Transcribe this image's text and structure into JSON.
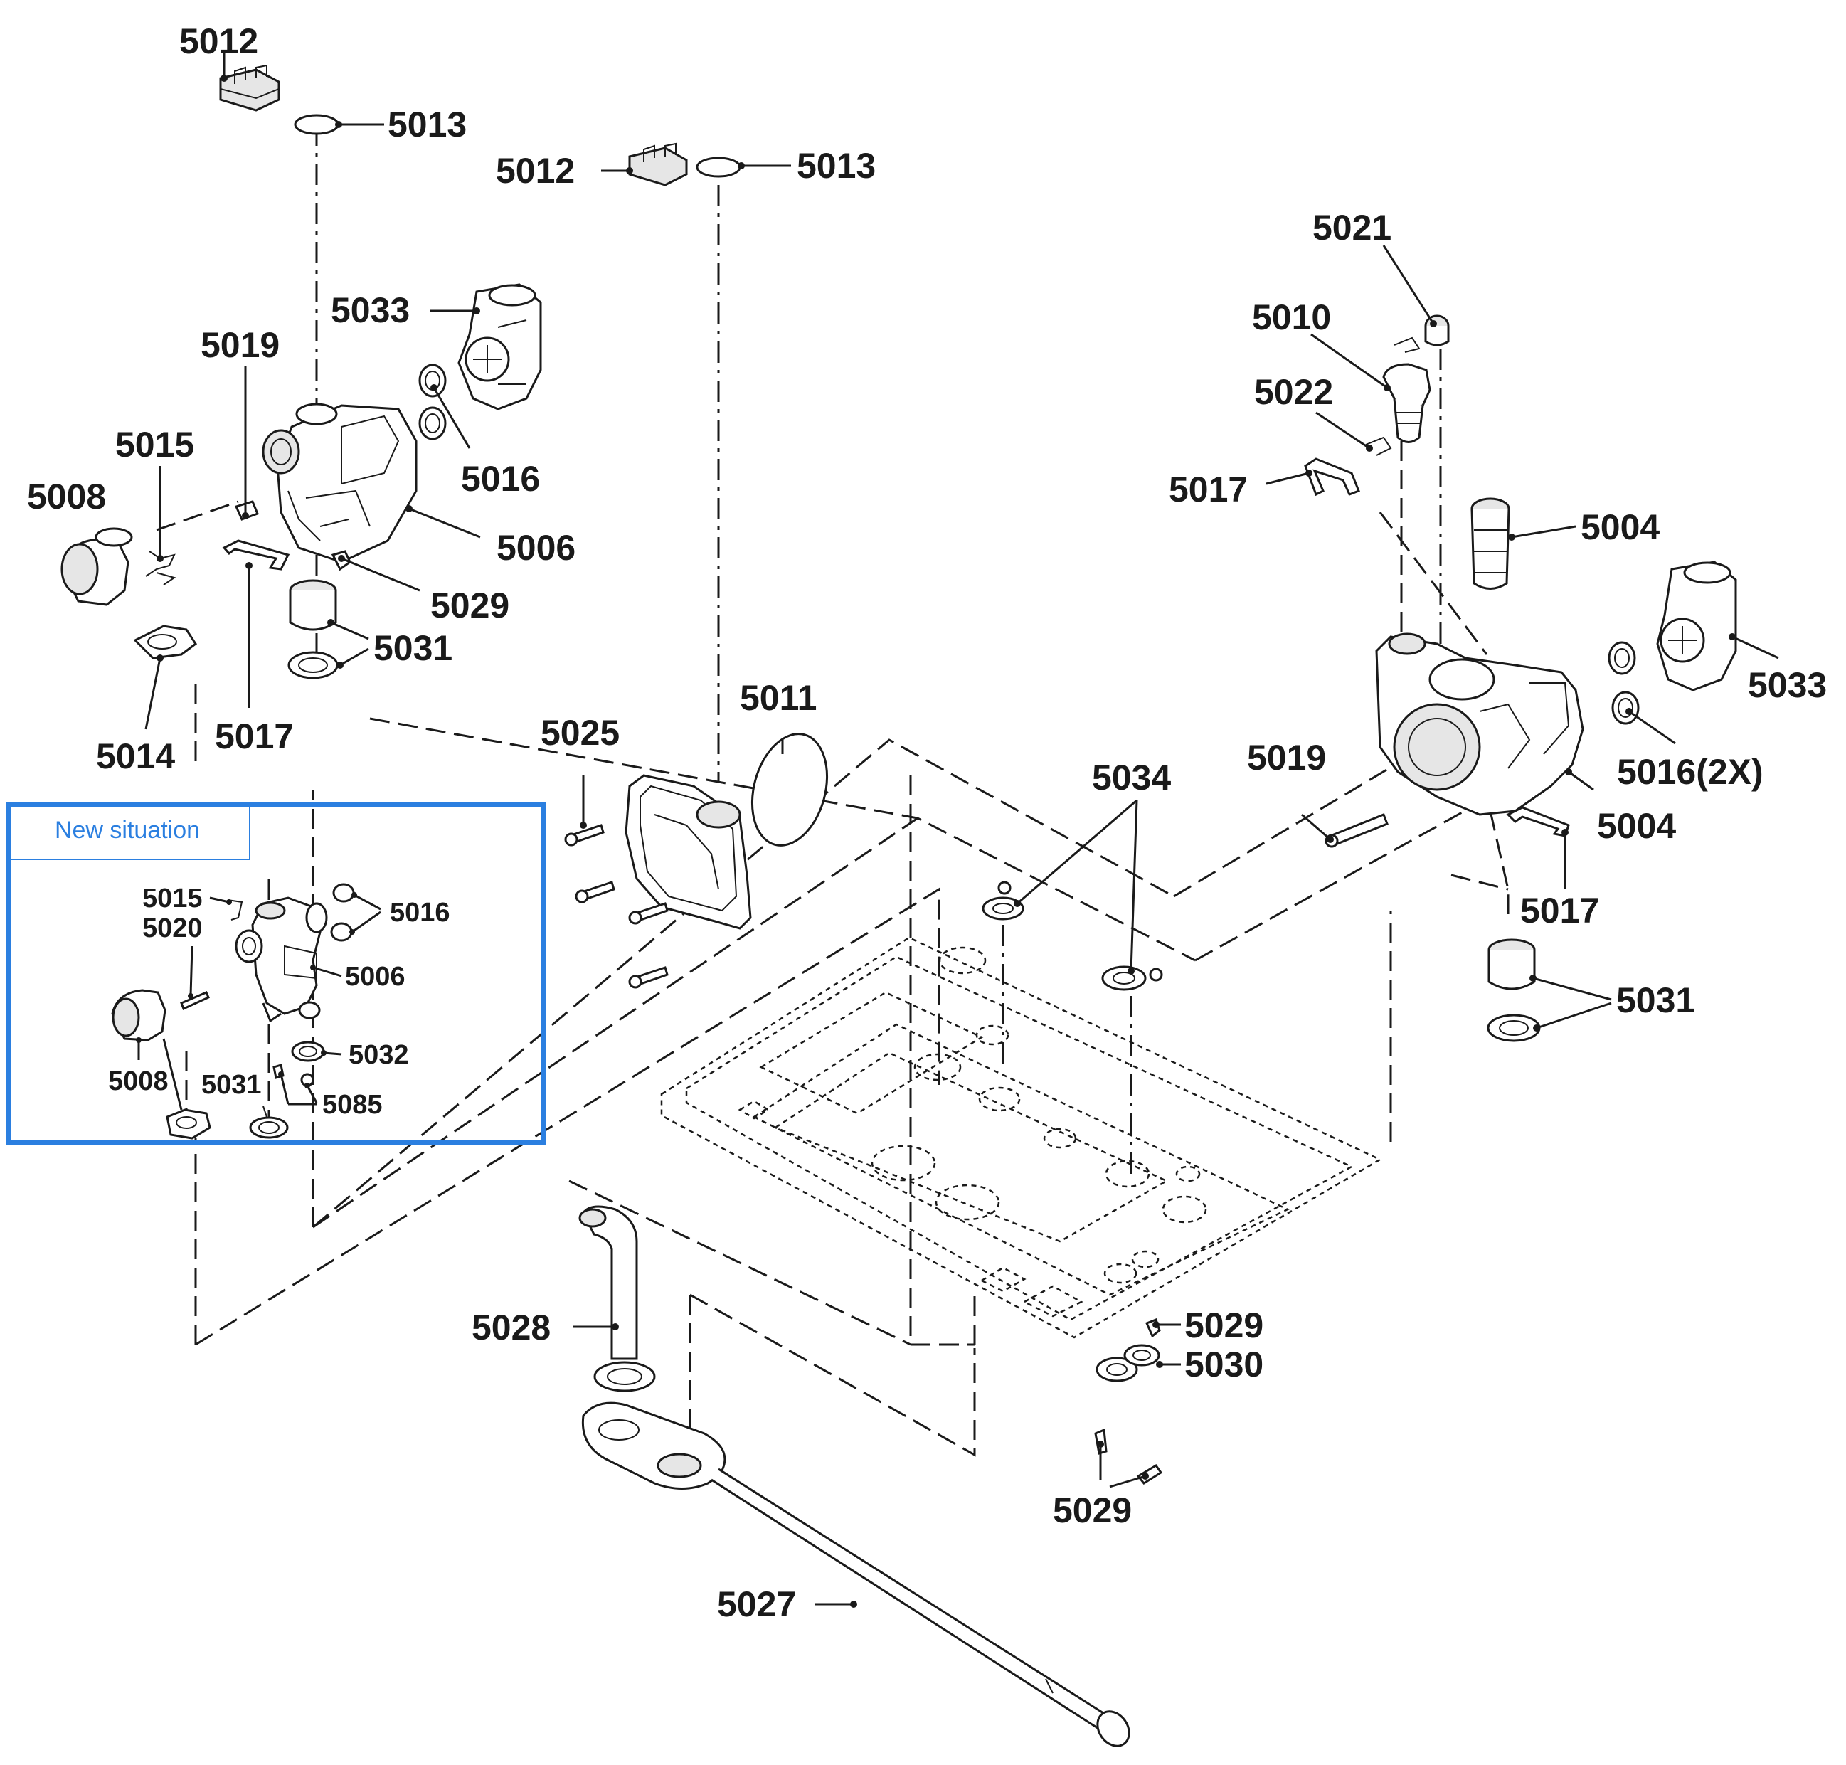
{
  "inset": {
    "title": "New situation",
    "frame_color": "#2b7fe0",
    "labels": [
      "5015",
      "5020",
      "5016",
      "5006",
      "5008",
      "5031",
      "5032",
      "5085"
    ]
  },
  "labels": [
    "5012",
    "5013",
    "5012",
    "5013",
    "5033",
    "5019",
    "5015",
    "5008",
    "5016",
    "5006",
    "5029",
    "5031",
    "5014",
    "5017",
    "5021",
    "5010",
    "5022",
    "5017",
    "5004",
    "5033",
    "5019",
    "5016(2X)",
    "5004",
    "5017",
    "5031",
    "5025",
    "5011",
    "5034",
    "5028",
    "5029",
    "5030",
    "5029",
    "5027"
  ]
}
